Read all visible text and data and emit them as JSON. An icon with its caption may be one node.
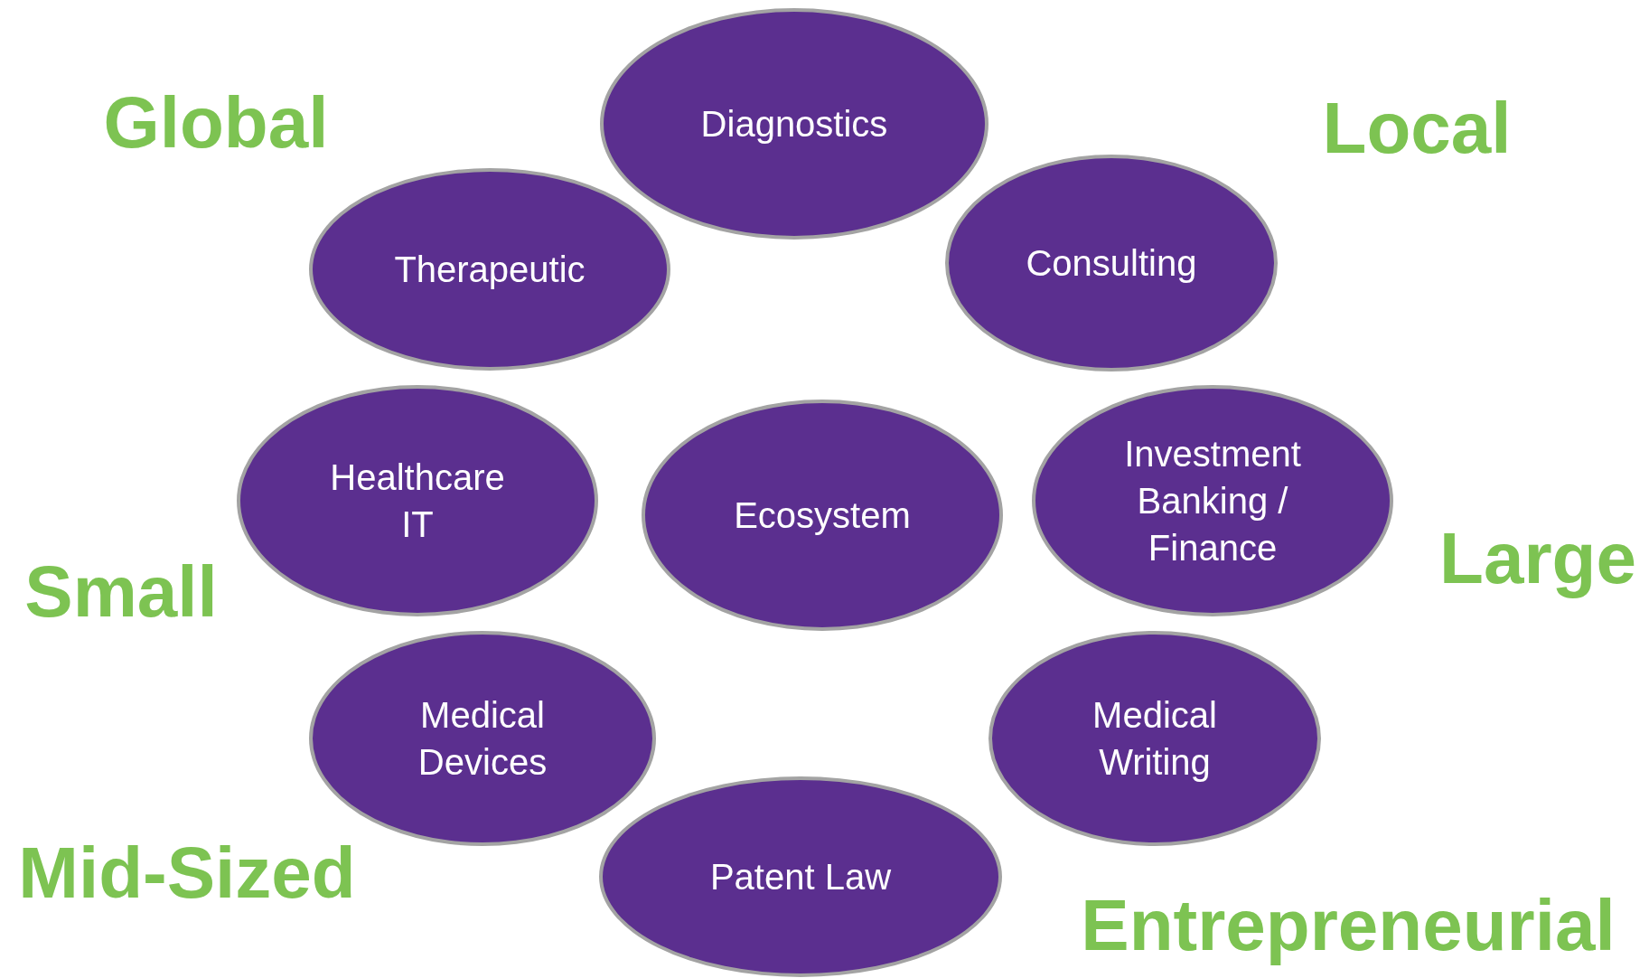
{
  "diagram": {
    "nodes": [
      {
        "text": [
          "Diagnostics"
        ]
      },
      {
        "text": [
          "Therapeutic"
        ]
      },
      {
        "text": [
          "Consulting"
        ]
      },
      {
        "text": [
          "Healthcare IT"
        ]
      },
      {
        "text": [
          "Ecosystem"
        ]
      },
      {
        "text": [
          "Investment Banking / Finance"
        ]
      },
      {
        "text": [
          "Medical Devices"
        ]
      },
      {
        "text": [
          "Medical Writing"
        ]
      },
      {
        "text": [
          "Patent Law"
        ]
      }
    ],
    "labels": [
      "Global",
      "Local",
      "Large",
      "Small",
      "Mid-Sized",
      "Entrepreneurial"
    ]
  }
}
